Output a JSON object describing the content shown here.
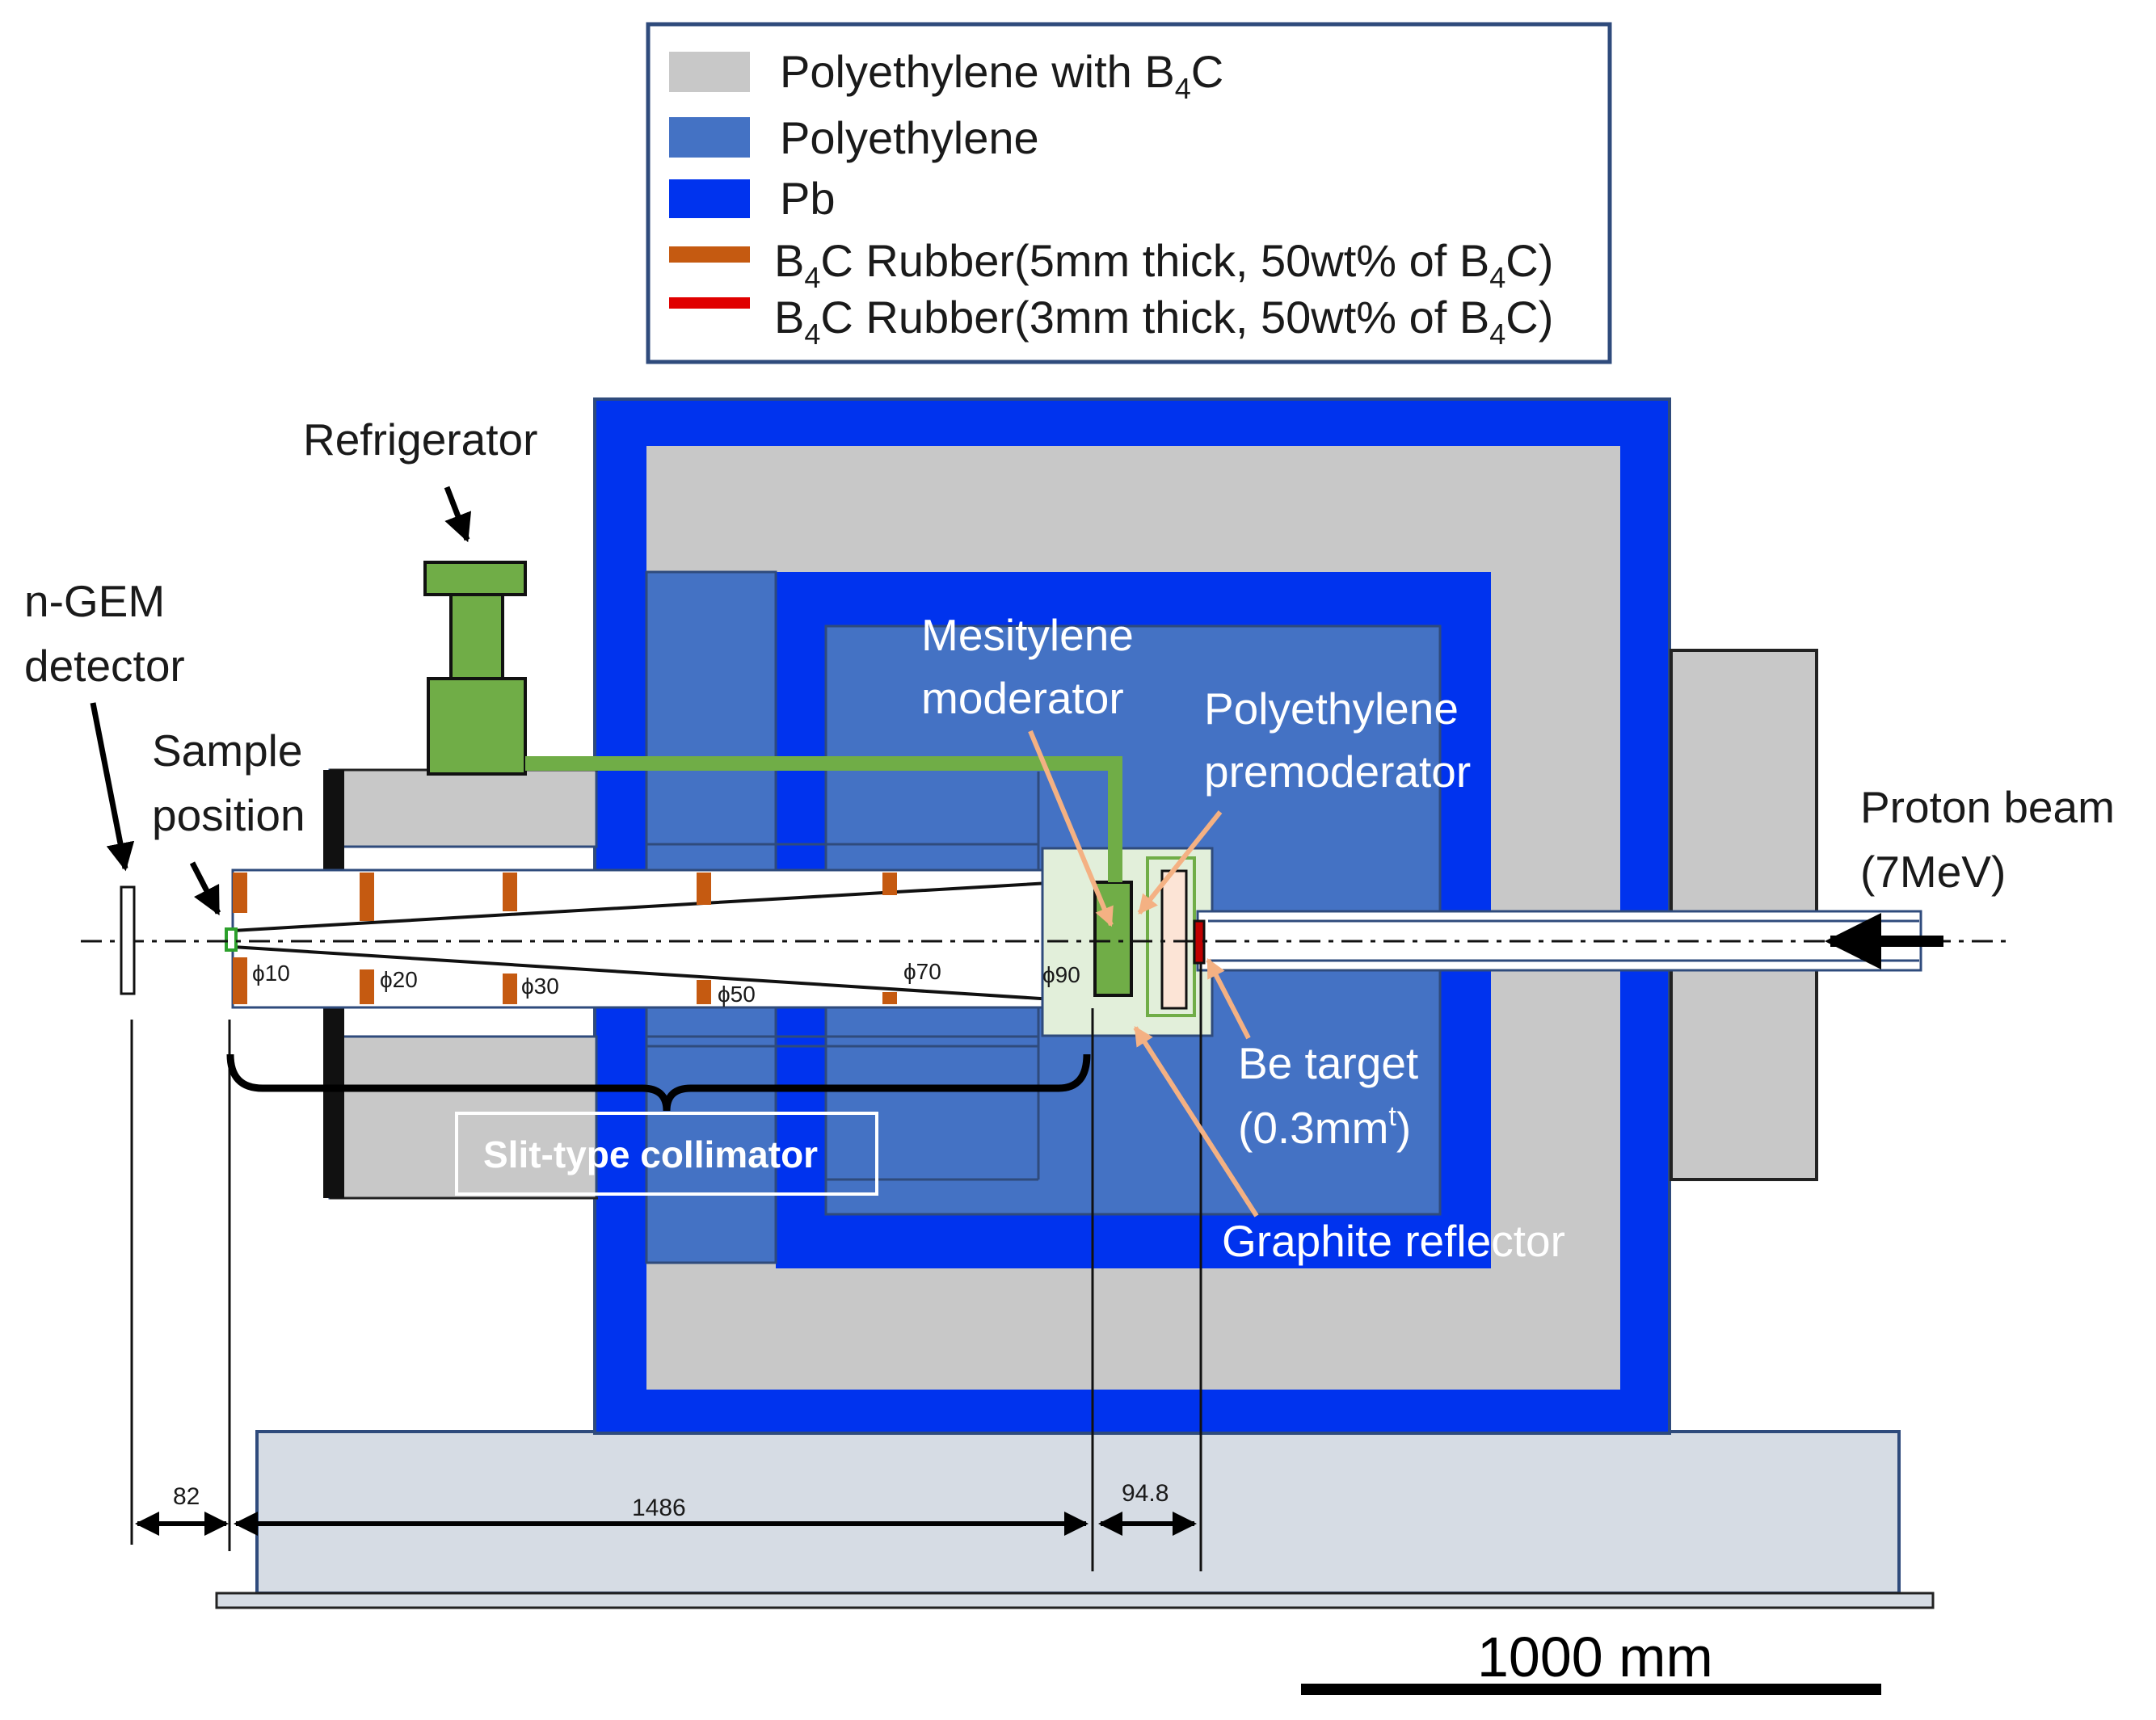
{
  "colors": {
    "poly_b4c": "#c8c8c8",
    "polyethylene": "#4472c4",
    "pb": "#0033ee",
    "rubber_5mm": "#c55a11",
    "rubber_3mm": "#e00000",
    "refrigerator": "#70ad47",
    "graphite": "#e2efda",
    "base": "#d6dce4"
  },
  "legend": {
    "items": [
      {
        "prefix": "Polyethylene with B",
        "sub": "4",
        "suffix": "C",
        "color": "#c8c8c8"
      },
      {
        "prefix": "Polyethylene",
        "sub": "",
        "suffix": "",
        "color": "#4472c4"
      },
      {
        "prefix": "Pb",
        "sub": "",
        "suffix": "",
        "color": "#0033ee"
      },
      {
        "prefix": "B",
        "sub": "4",
        "suffix": "C Rubber(5mm thick, 50wt% of B",
        "sub2": "4",
        "suffix2": "C)",
        "color": "#c55a11"
      },
      {
        "prefix": "B",
        "sub": "4",
        "suffix": "C Rubber(3mm thick, 50wt% of B",
        "sub2": "4",
        "suffix2": "C)",
        "color": "#e00000"
      }
    ]
  },
  "labels": {
    "refrigerator": "Refrigerator",
    "ngem_1": "n-GEM",
    "ngem_2": "detector",
    "sample_1": "Sample",
    "sample_2": "position",
    "mesitylene_1": "Mesitylene",
    "mesitylene_2": "moderator",
    "premod_1": "Polyethylene",
    "premod_2": "premoderator",
    "proton_1": "Proton beam",
    "proton_2": "(7MeV)",
    "be_1": "Be target",
    "be_2_main": "(0.3mm",
    "be_2_sup": "t",
    "be_2_end": ")",
    "graphite": "Graphite reflector",
    "slit": "Slit-type collimator"
  },
  "diameters": [
    "ϕ10",
    "ϕ20",
    "ϕ30",
    "ϕ50",
    "ϕ70",
    "ϕ90"
  ],
  "dimensions": {
    "d1": "82",
    "d2": "1486",
    "d3": "94.8"
  },
  "scale_bar": "1000 mm"
}
